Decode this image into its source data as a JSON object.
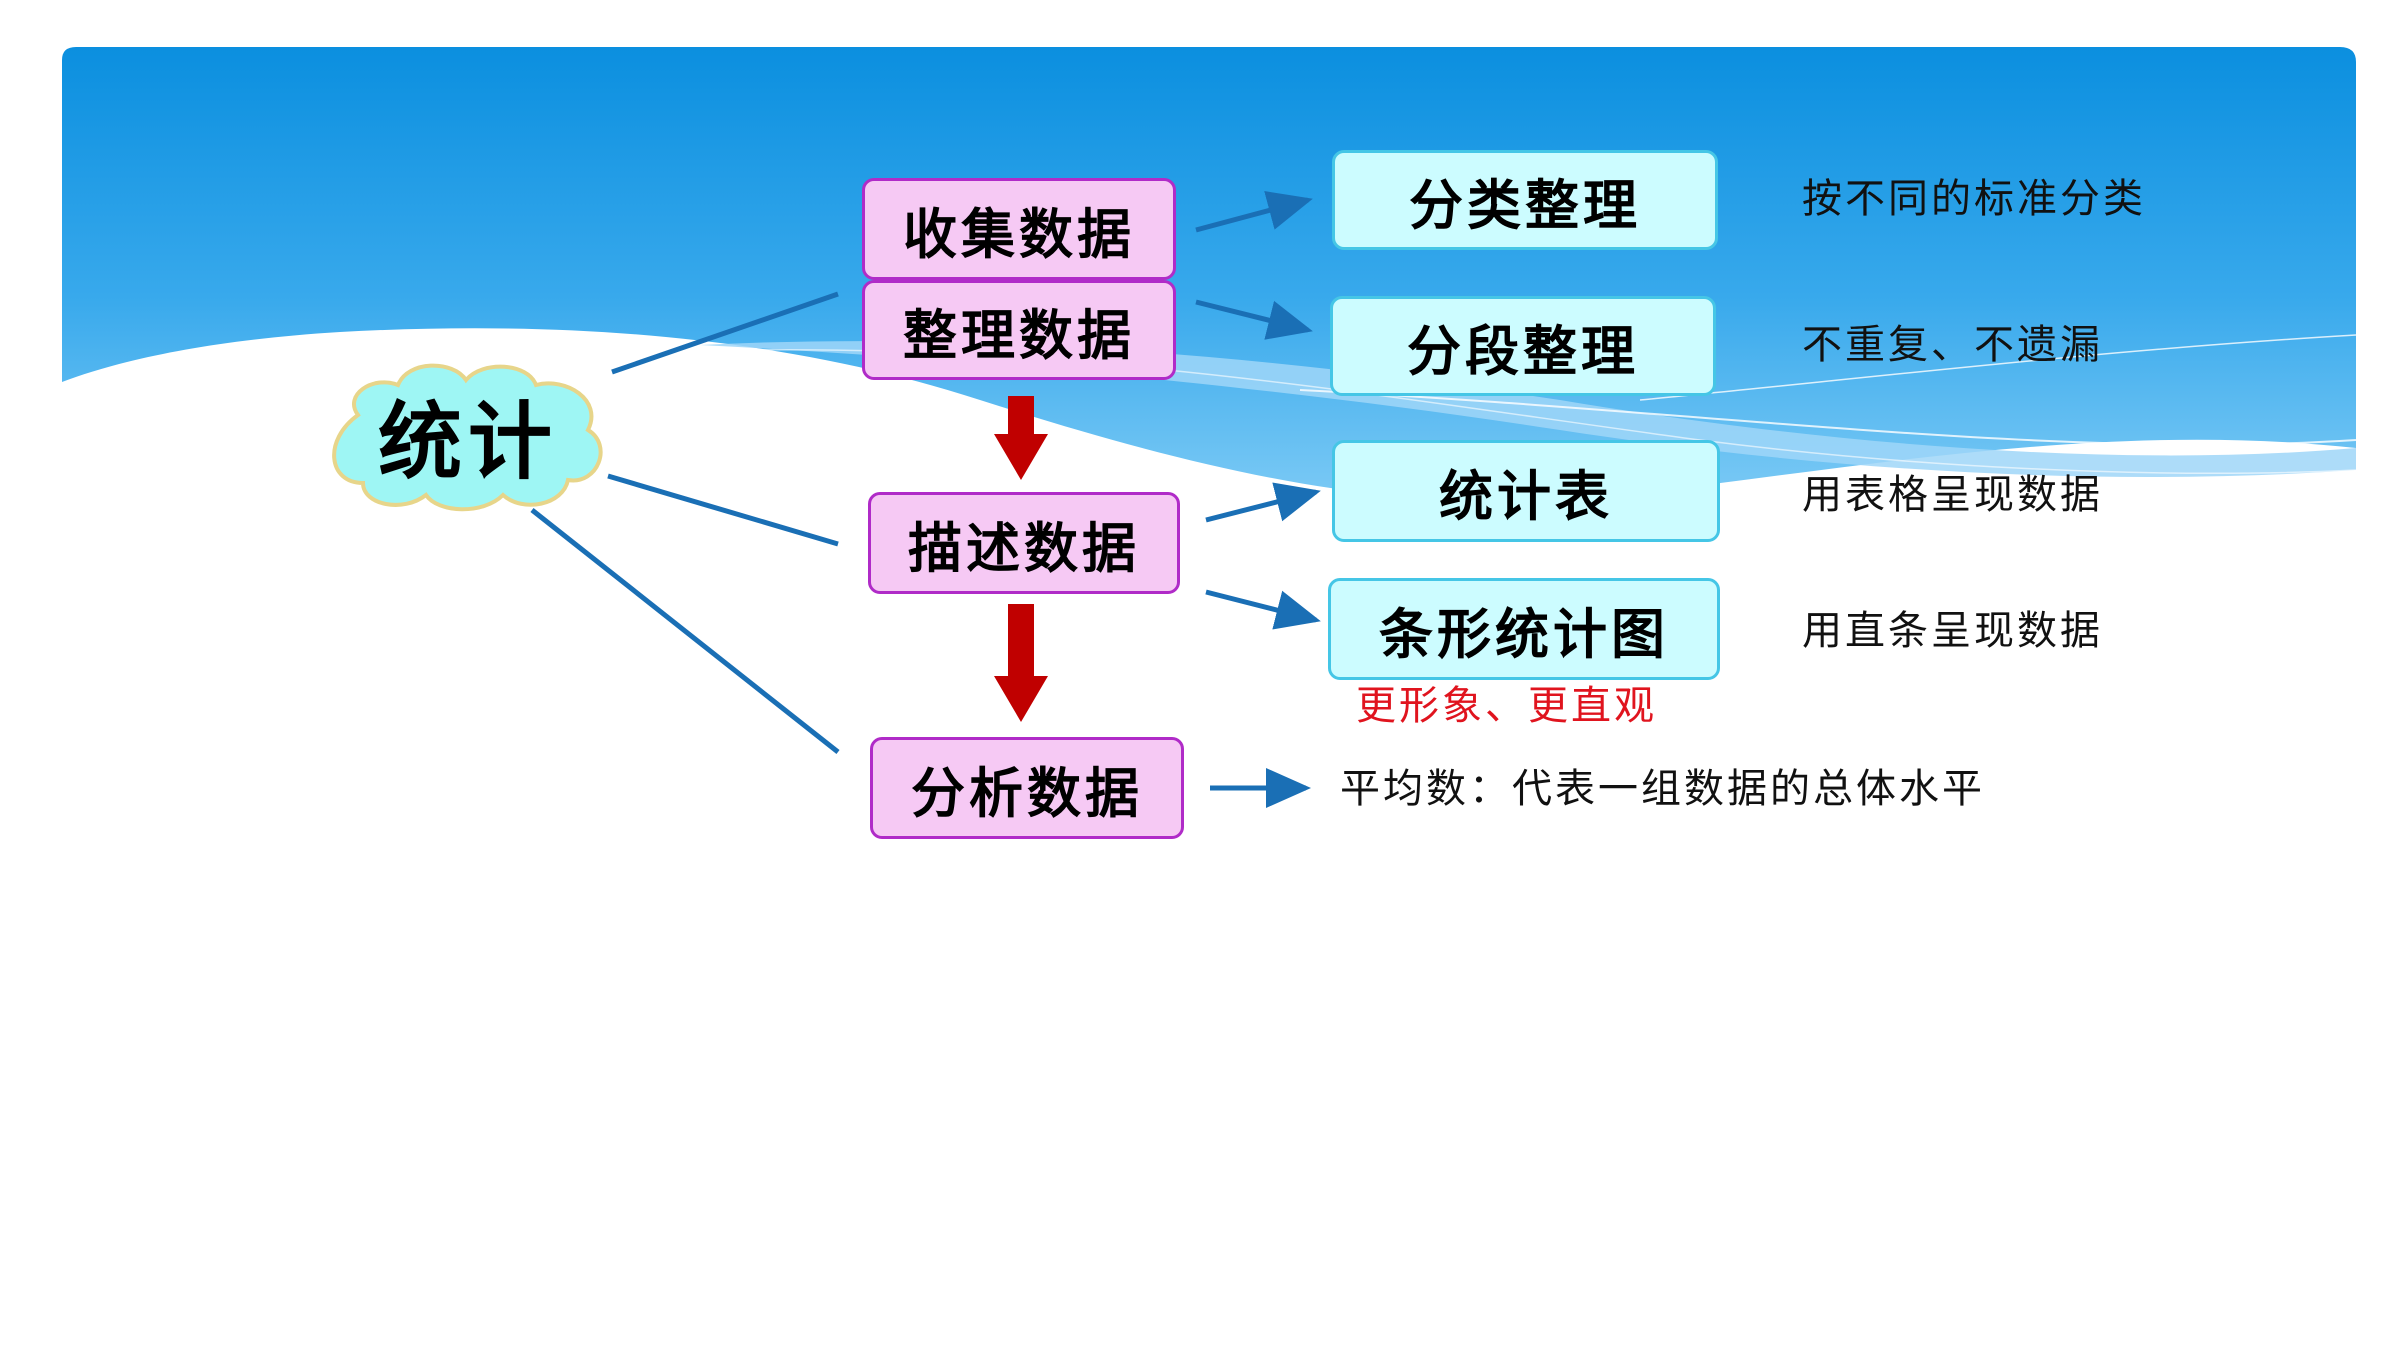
{
  "colors": {
    "sky_top": "#0b8fdf",
    "sky_mid": "#5ab8f0",
    "wave": "#9fd6f8",
    "pink_fill": "#f6c9f4",
    "pink_border": "#b02bc8",
    "cyan_fill": "#ccfcff",
    "cyan_border": "#45c6e6",
    "blue_line": "#1a6fb5",
    "red_arrow": "#c00000",
    "red_text": "#e0141e",
    "cloud_fill": "#9ef6f4",
    "cloud_border": "#e7d58a"
  },
  "root": {
    "label": "统计",
    "icon": "cloud-shape"
  },
  "steps": {
    "collect": "收集数据",
    "organize": "整理数据",
    "describe": "描述数据",
    "analyze": "分析数据"
  },
  "methods": {
    "classify": "分类整理",
    "segment": "分段整理",
    "table": "统计表",
    "bar_chart": "条形统计图"
  },
  "notes": {
    "classify": "按不同的标准分类",
    "segment": "不重复、不遗漏",
    "table": "用表格呈现数据",
    "bar_chart": "用直条呈现数据",
    "bar_chart_benefit": "更形象、更直观",
    "analyze": "平均数：代表一组数据的总体水平"
  }
}
